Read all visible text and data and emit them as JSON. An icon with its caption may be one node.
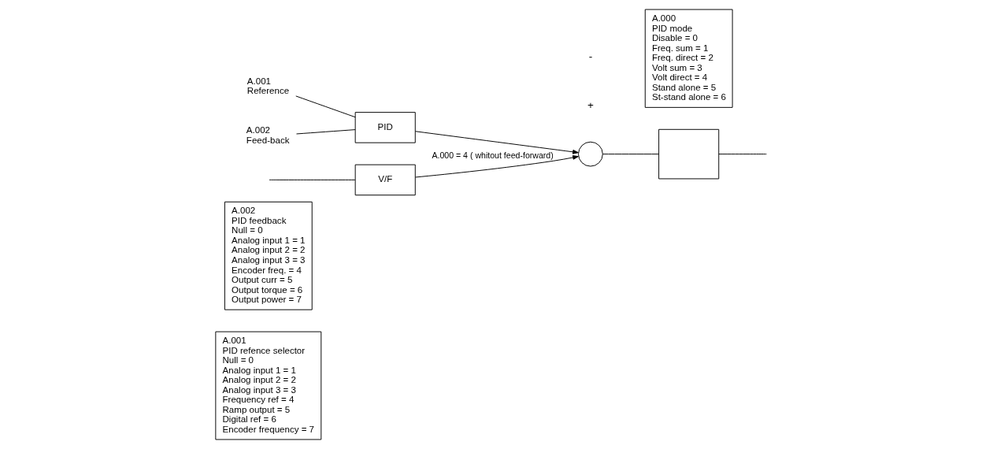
{
  "diagram": {
    "nodes": [
      {
        "text": [
          "A.001",
          "PID refence selector",
          "Null = 0",
          "Analog input 1 = 1",
          "Analog input 2 = 2",
          "Analog input 3 = 3",
          "Frequency ref = 4",
          "Ramp output = 5",
          "Digital ref = 6",
          "Encoder frequency = 7"
        ]
      },
      {
        "text": [
          "A.002",
          "PID feedback",
          "Null = 0",
          "Analog input 1 = 1",
          "Analog input 2 = 2",
          "Analog input 3 = 3",
          "Encoder freq. = 4",
          "Output curr = 5",
          "Output torque = 6",
          "Output power = 7"
        ]
      },
      {
        "text": [
          "V/F"
        ]
      },
      {
        "text": [
          "A.001",
          "Reference"
        ]
      },
      {
        "text": [
          "A.002",
          "Feed-back"
        ]
      },
      {
        "text": [
          "PID"
        ]
      },
      {
        "text": [],
        "shape": "circle"
      },
      {
        "text": [],
        "shape": "box"
      },
      {
        "text": [
          "A.000",
          "PID mode",
          "Disable = 0",
          "Freq. sum = 1",
          "Freq. direct = 2",
          "Volt sum = 3",
          "Volt direct = 4",
          "Stand alone = 5",
          "St-stand alone = 6"
        ]
      }
    ],
    "edges": [
      {
        "from": null,
        "to": 2,
        "arrow": "none"
      },
      {
        "from": 2,
        "to": 6,
        "arrow": "to",
        "label": "A.000 = 4 ( whitout feed-forward)"
      },
      {
        "from": 3,
        "to": 5,
        "arrow": "none"
      },
      {
        "from": 4,
        "to": 5,
        "arrow": "none"
      },
      {
        "from": 5,
        "to": 6,
        "arrow": "to"
      },
      {
        "from": 6,
        "to": 7,
        "arrow": "none"
      },
      {
        "from": 7,
        "to": null,
        "arrow": "none"
      }
    ],
    "labels": [
      "+",
      "-"
    ]
  }
}
